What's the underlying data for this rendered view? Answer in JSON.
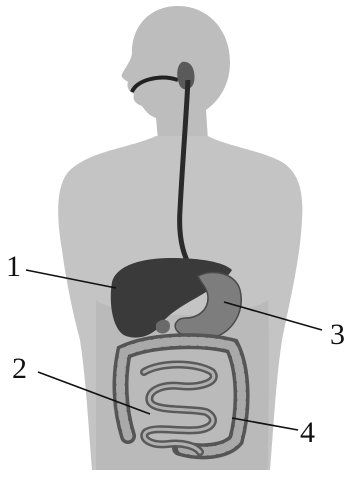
{
  "labels": {
    "liver": "1",
    "small_intestine": "2",
    "stomach": "3",
    "large_intestine": "4"
  },
  "colors": {
    "silhouette": "#bdbdbd",
    "silhouette_edge": "#9a9a9a",
    "organ_dark": "#3a3a3a",
    "organ_mid": "#7d7d7d",
    "organ_light": "#a9a9a9",
    "line": "#111111"
  }
}
